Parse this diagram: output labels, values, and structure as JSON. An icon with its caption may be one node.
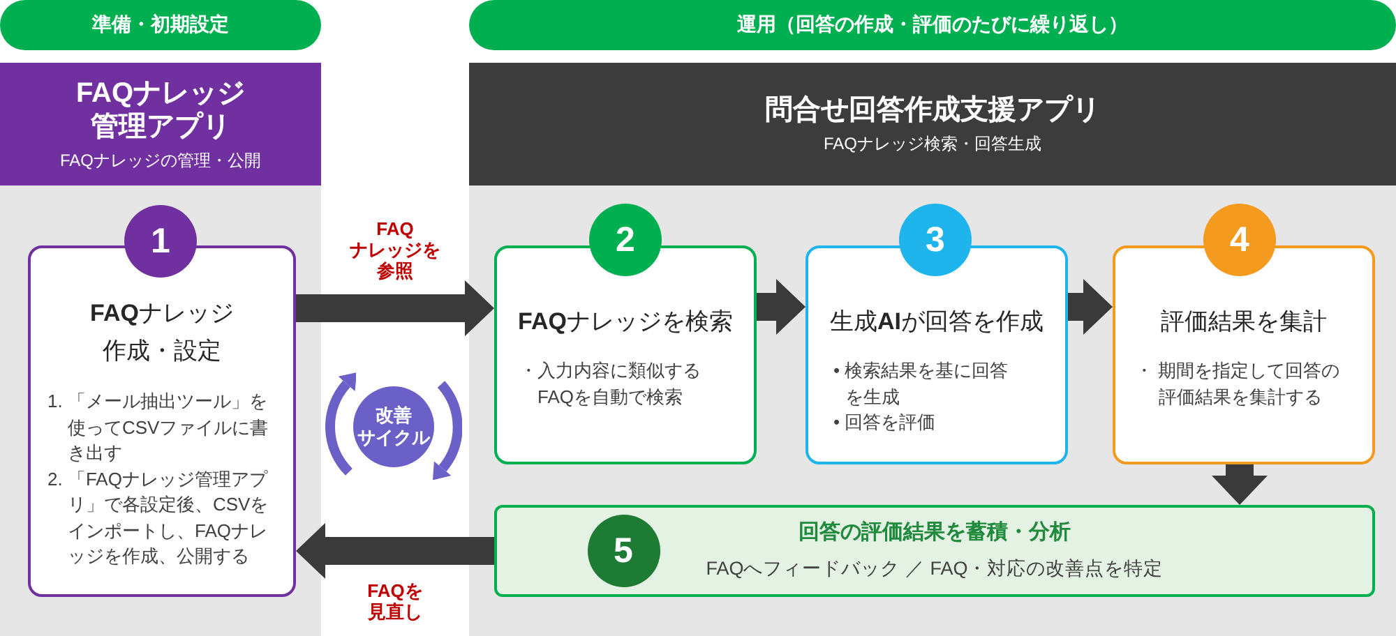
{
  "diagram": {
    "nodes": [
      {
        "text": [
          "準備・初期設定"
        ]
      },
      {
        "text": [
          "運用（回答の作成・評価のたびに繰り返し）"
        ]
      },
      {
        "text": [
          "FAQナレッジ管理アプリ",
          "FAQナレッジの管理・公開"
        ]
      },
      {
        "text": [
          "1"
        ],
        "in": 2
      },
      {
        "text": [
          "**FAQ**ナレッジ作成・設定",
          "1. 「メール抽出ツール」を使ってCSVファイルに書き出す",
          "2. 「FAQナレッジ管理アプリ」で各設定後、CSVをインポートし、FAQナレッジを作成、公開する"
        ],
        "in": 2
      },
      {
        "text": [
          "問合せ回答作成支援アプリ",
          "FAQナレッジ検索・回答生成"
        ]
      },
      {
        "text": [
          "2"
        ],
        "in": 5
      },
      {
        "text": [
          "**FAQ**ナレッジを検索",
          "・入力内容に類似するFAQを自動で検索"
        ],
        "in": 5
      },
      {
        "text": [
          "3"
        ],
        "in": 5
      },
      {
        "text": [
          "生成**AI**が回答を作成",
          "• 検索結果を基に回答を生成",
          "• 回答を評価"
        ],
        "in": 5
      },
      {
        "text": [
          "4"
        ],
        "in": 5
      },
      {
        "text": [
          "評価結果を集計",
          "・ 期間を指定して回答の評価結果を集計する"
        ],
        "in": 5
      },
      {
        "text": [
          "回答の評価結果を蓄積・分析",
          "FAQへフィードバック ／ FAQ・対応の改善点を特定"
        ],
        "in": 5
      },
      {
        "text": [
          "5"
        ],
        "in": 12
      },
      {
        "text": [
          "改善サイクル"
        ]
      }
    ],
    "edges": [
      {
        "from": 4,
        "to": 7,
        "arrow": "to",
        "label": "FAQナレッジを参照"
      },
      {
        "from": 7,
        "to": 9,
        "arrow": "to"
      },
      {
        "from": 9,
        "to": 11,
        "arrow": "to"
      },
      {
        "from": 11,
        "to": 12,
        "arrow": "to"
      },
      {
        "from": 12,
        "to": 4,
        "arrow": "to",
        "label": "FAQを見直し"
      }
    ]
  }
}
